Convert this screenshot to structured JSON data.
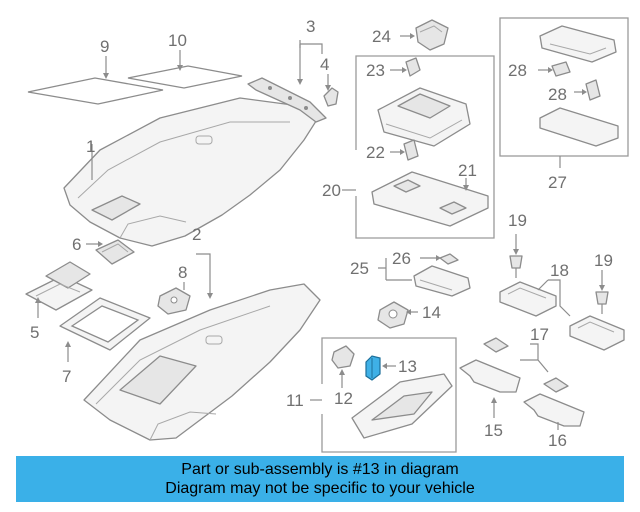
{
  "callouts": {
    "n1": "1",
    "n2": "2",
    "n3": "3",
    "n4": "4",
    "n5": "5",
    "n6": "6",
    "n7": "7",
    "n8": "8",
    "n9": "9",
    "n10": "10",
    "n11": "11",
    "n12": "12",
    "n13": "13",
    "n14": "14",
    "n15": "15",
    "n16": "16",
    "n17": "17",
    "n18": "18",
    "n19a": "19",
    "n19b": "19",
    "n20": "20",
    "n21": "21",
    "n22": "22",
    "n23": "23",
    "n24": "24",
    "n25": "25",
    "n26": "26",
    "n27": "27",
    "n28a": "28",
    "n28b": "28"
  },
  "highlight_part": "13",
  "colors": {
    "banner": "#3ab0e8",
    "highlight": "#3fb0e6",
    "callout_text": "#707070",
    "line": "#8c8c8c"
  },
  "banner": {
    "line1": "Part or sub-assembly is #13 in diagram",
    "line2": "Diagram may not be specific to your vehicle"
  }
}
